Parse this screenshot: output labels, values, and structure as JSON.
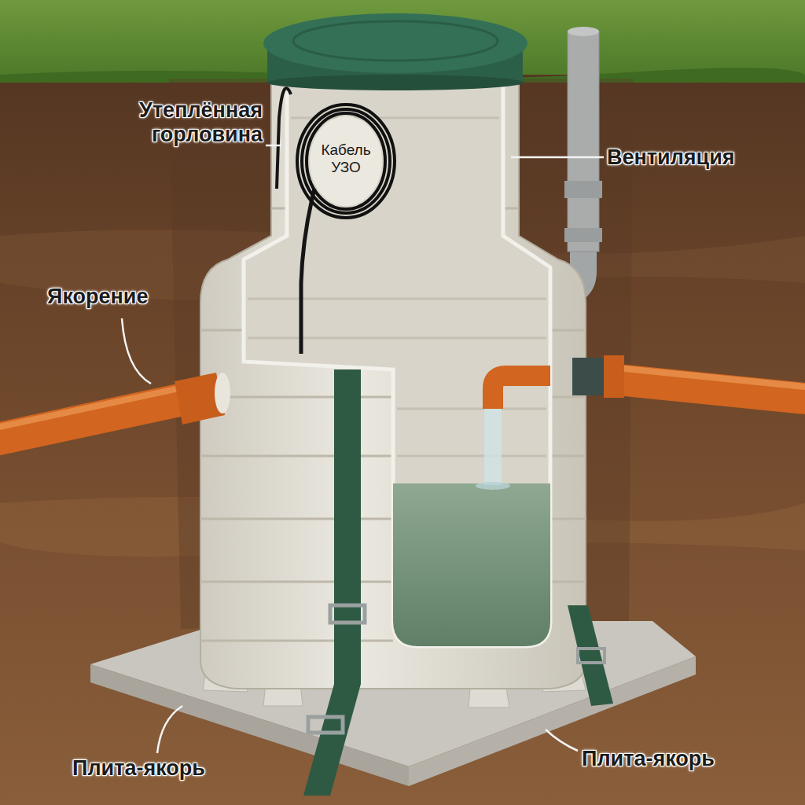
{
  "diagram": {
    "labels": [
      "Утеплённая горловина",
      "Кабель УЗО",
      "Вентиляция",
      "Якорение",
      "Плита-якорь",
      "Плита-якорь"
    ]
  }
}
